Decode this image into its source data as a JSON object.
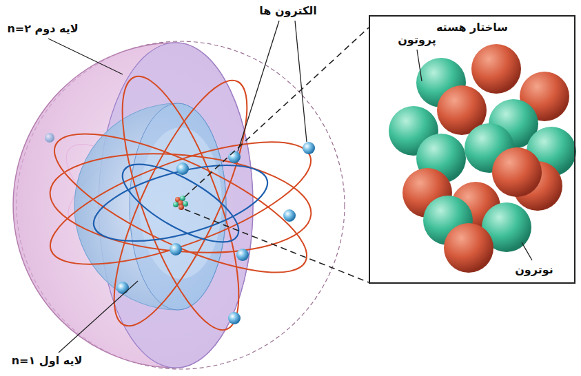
{
  "diagram": {
    "nodes": [
      {
        "text": [
          "ساختار هسته"
        ]
      }
    ],
    "labels": [
      "الکترون ها",
      "لایه دوم n=۲",
      "لایه اول n=۱",
      "پروتون",
      "نوترون"
    ]
  }
}
